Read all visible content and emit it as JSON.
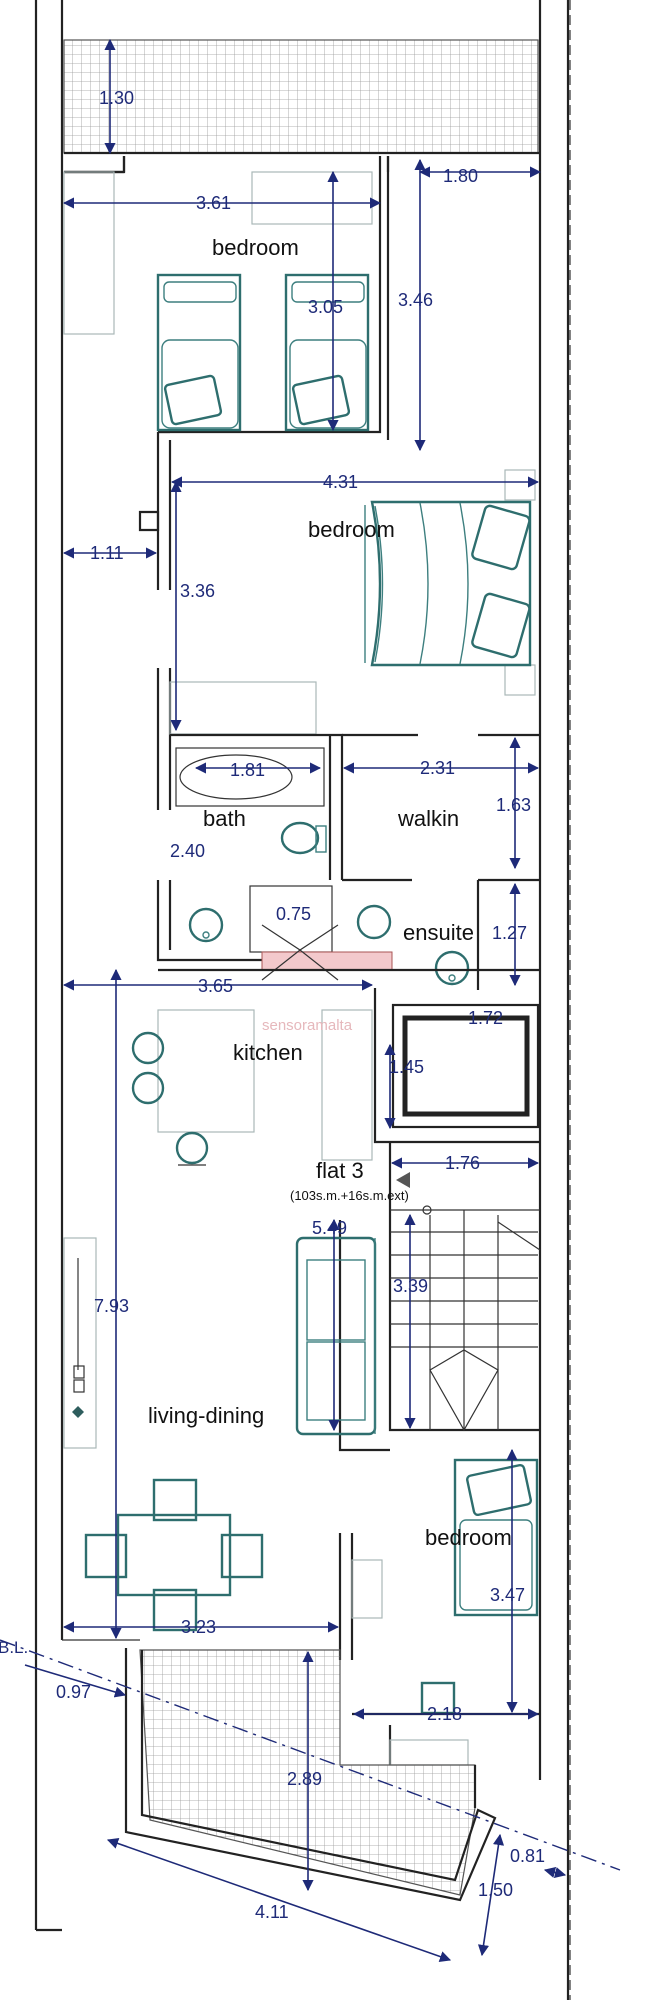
{
  "plan": {
    "flat_label": "flat 3",
    "area_note": "(103s.m.+16s.m.ext)",
    "watermark": "sensoramalta",
    "rooms": {
      "bedroom_top": "bedroom",
      "bedroom_middle": "bedroom",
      "bath": "bath",
      "walkin": "walkin",
      "ensuite": "ensuite",
      "kitchen": "kitchen",
      "living_dining": "living-dining",
      "bedroom_bottom": "bedroom"
    },
    "dimensions": {
      "top_terrace_depth": "1.30",
      "right_strip_top": "1.80",
      "bedroom_top_width": "3.61",
      "bedroom_top_depth": "3.05",
      "right_height_top": "3.46",
      "bedroom_middle_width": "4.31",
      "corridor_width": "1.11",
      "bedroom_middle_depth": "3.36",
      "bath_width": "1.81",
      "walkin_width": "2.31",
      "walkin_depth": "1.63",
      "bath_depth": "2.40",
      "door_width": "0.75",
      "ensuite_depth": "1.27",
      "kitchen_width": "3.65",
      "lift_width": "1.72",
      "lift_depth": "1.45",
      "stair_width": "1.76",
      "living_length": "5.49",
      "stair_depth": "3.39",
      "total_length": "7.93",
      "bedroom_bottom_depth": "3.47",
      "living_width": "3.23",
      "bedroom_bottom_width": "2.18",
      "boundary_label": "B.L.",
      "terrace_offset": "0.97",
      "terrace_depth": "2.89",
      "terrace_right_offset": "0.81",
      "terrace_side": "1.50",
      "terrace_width": "4.11"
    }
  }
}
